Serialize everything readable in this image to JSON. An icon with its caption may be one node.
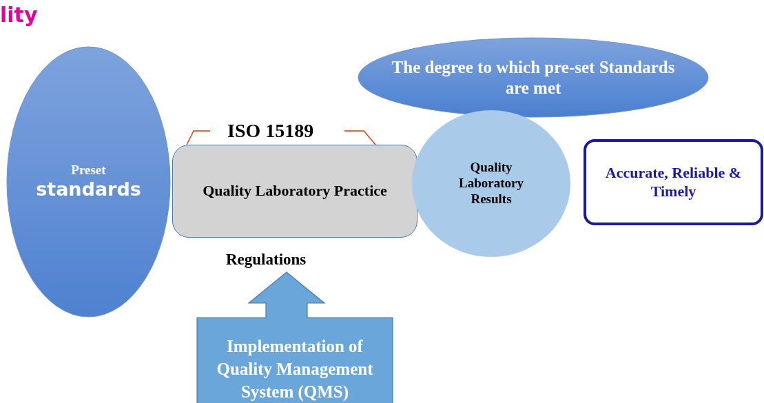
{
  "diagram": {
    "title": "lity",
    "nodes": [
      {
        "text": [
          "The degree to which pre-set Standards are met"
        ]
      },
      {
        "text": [
          "Preset",
          "standards"
        ]
      },
      {
        "text": [
          "Quality Laboratory Practice"
        ]
      },
      {
        "text": [
          "Quality Laboratory Results"
        ]
      },
      {
        "text": [
          "Accurate, Reliable & Timely"
        ]
      },
      {
        "text": [
          "Implementation of Quality Management System (QMS)"
        ]
      }
    ],
    "labels": [
      "ISO 15189",
      "Regulations"
    ]
  }
}
